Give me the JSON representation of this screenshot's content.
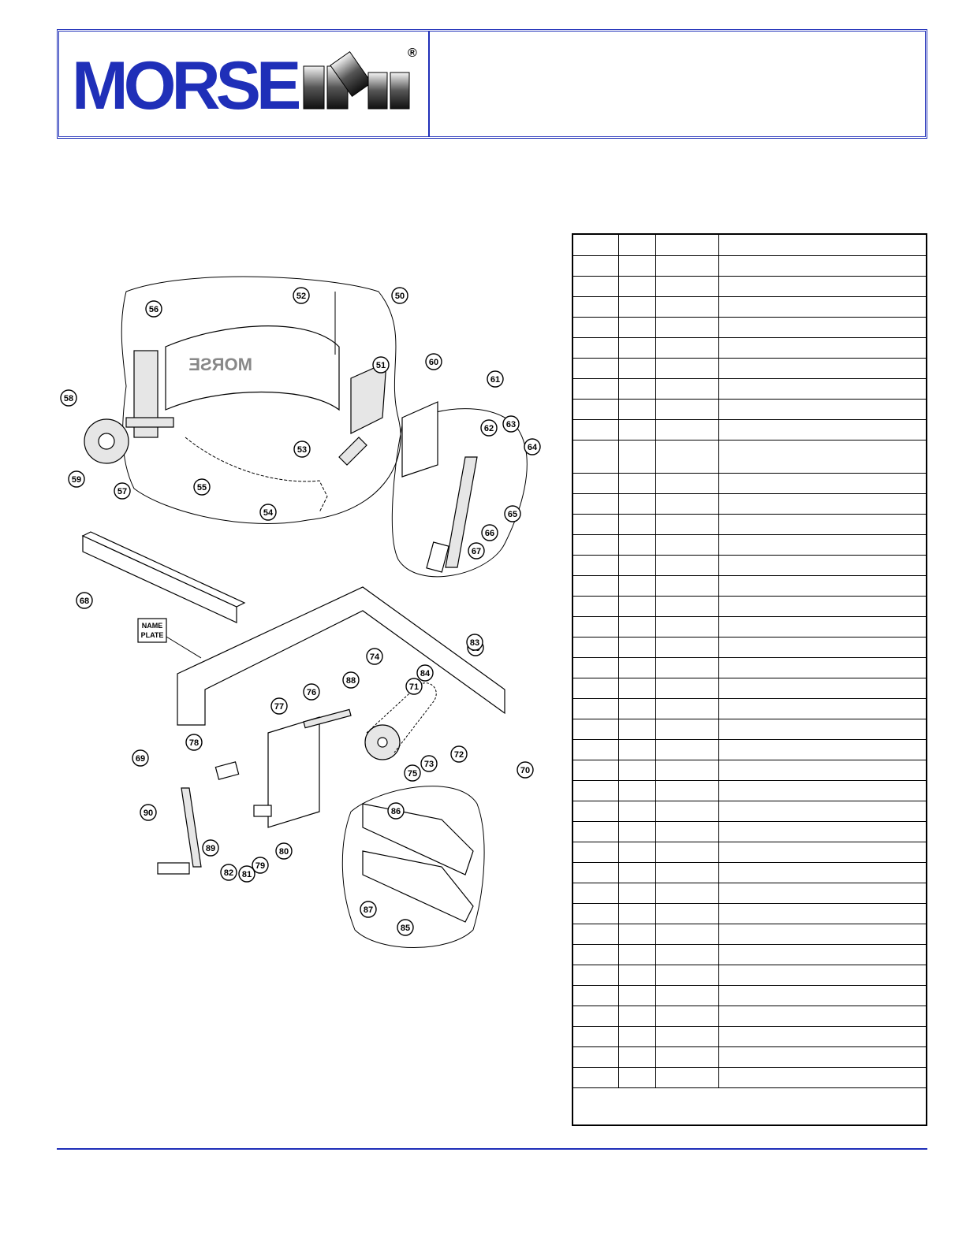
{
  "header": {
    "logo": {
      "text": "MORSE",
      "mark": "®",
      "brand_color": "#1f2fb8"
    },
    "accent_color": "#1f2fb8"
  },
  "diagram": {
    "callouts": [
      "50",
      "51",
      "52",
      "53",
      "54",
      "55",
      "56",
      "57",
      "58",
      "59",
      "60",
      "61",
      "62",
      "63",
      "64",
      "65",
      "66",
      "67",
      "68",
      "69",
      "69",
      "70",
      "71",
      "72",
      "73",
      "74",
      "75",
      "76",
      "77",
      "78",
      "79",
      "80",
      "81",
      "82",
      "83",
      "84",
      "85",
      "86",
      "87",
      "88",
      "89",
      "90"
    ],
    "name_plate_line1": "NAME",
    "name_plate_line2": "PLATE",
    "drum_band_text": "MORSE"
  },
  "parts_table": {
    "row_count": 42
  }
}
